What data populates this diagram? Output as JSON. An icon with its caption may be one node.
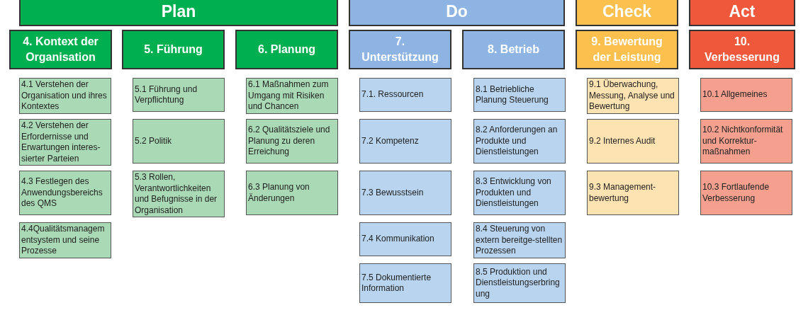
{
  "diagram": {
    "nodes": [
      {
        "text": [
          "Plan"
        ]
      },
      {
        "text": [
          "Do"
        ]
      },
      {
        "text": [
          "Check"
        ]
      },
      {
        "text": [
          "Act"
        ]
      },
      {
        "text": [
          "4. Kontext der Organisation"
        ]
      },
      {
        "text": [
          "5. Führung"
        ]
      },
      {
        "text": [
          "6. Planung"
        ]
      },
      {
        "text": [
          "7. Unterstützung"
        ]
      },
      {
        "text": [
          "8. Betrieb"
        ]
      },
      {
        "text": [
          "9. Bewertung der Leistung"
        ]
      },
      {
        "text": [
          "10. Verbesserung"
        ]
      },
      {
        "text": [
          "4.1 Verstehen der Organisation und ihres Kontextes"
        ]
      },
      {
        "text": [
          "4.2 Verstehen der Erfordernisse und Erwartungen interes- sierter Parteien"
        ]
      },
      {
        "text": [
          "4.3 Festlegen des Anwendungsbereichs des QMS"
        ]
      },
      {
        "text": [
          "4.4Qualitätsmanagem entsystem und seine Prozesse"
        ]
      },
      {
        "text": [
          "5.1 Führung und Verpflichtung"
        ]
      },
      {
        "text": [
          "5.2 Politik"
        ]
      },
      {
        "text": [
          "5.3 Rollen, Verantwortlichkeiten und Befugnisse in der Organisation"
        ]
      },
      {
        "text": [
          "6.1 Maßnahmen zum Umgang mit Risiken und Chancen"
        ]
      },
      {
        "text": [
          "6.2 Qualitätsziele und Planung zu deren Erreichung"
        ]
      },
      {
        "text": [
          "6.3 Planung von Änderungen"
        ]
      },
      {
        "text": [
          "7.1. Ressourcen"
        ]
      },
      {
        "text": [
          "7.2 Kompetenz"
        ]
      },
      {
        "text": [
          "7.3 Bewusstsein"
        ]
      },
      {
        "text": [
          "7.4 Kommunikation"
        ]
      },
      {
        "text": [
          "7.5 Dokumentierte Information"
        ]
      },
      {
        "text": [
          "8.1 Betriebliche Planung Steuerung"
        ]
      },
      {
        "text": [
          "8.2 Anforderungen an Produkte und Dienstleistungen"
        ]
      },
      {
        "text": [
          "8.3 Entwicklung von Produkten und Dienstleistungen"
        ]
      },
      {
        "text": [
          "8.4 Steuerung von extern bereitge-stellten Prozessen"
        ]
      },
      {
        "text": [
          "8.5 Produktion und Dienstleistungserbring ung"
        ]
      },
      {
        "text": [
          "9.1 Überwachung, Messung, Analyse und Bewertung"
        ]
      },
      {
        "text": [
          "9.2 Internes Audit"
        ]
      },
      {
        "text": [
          "9.3 Management- bewertung"
        ]
      },
      {
        "text": [
          "10.1 Allgemeines"
        ]
      },
      {
        "text": [
          "10.2 Nichtkonformität und Korrektur- maßnahmen"
        ]
      },
      {
        "text": [
          "10.3 Fortlaufende Verbesserung"
        ]
      }
    ]
  }
}
